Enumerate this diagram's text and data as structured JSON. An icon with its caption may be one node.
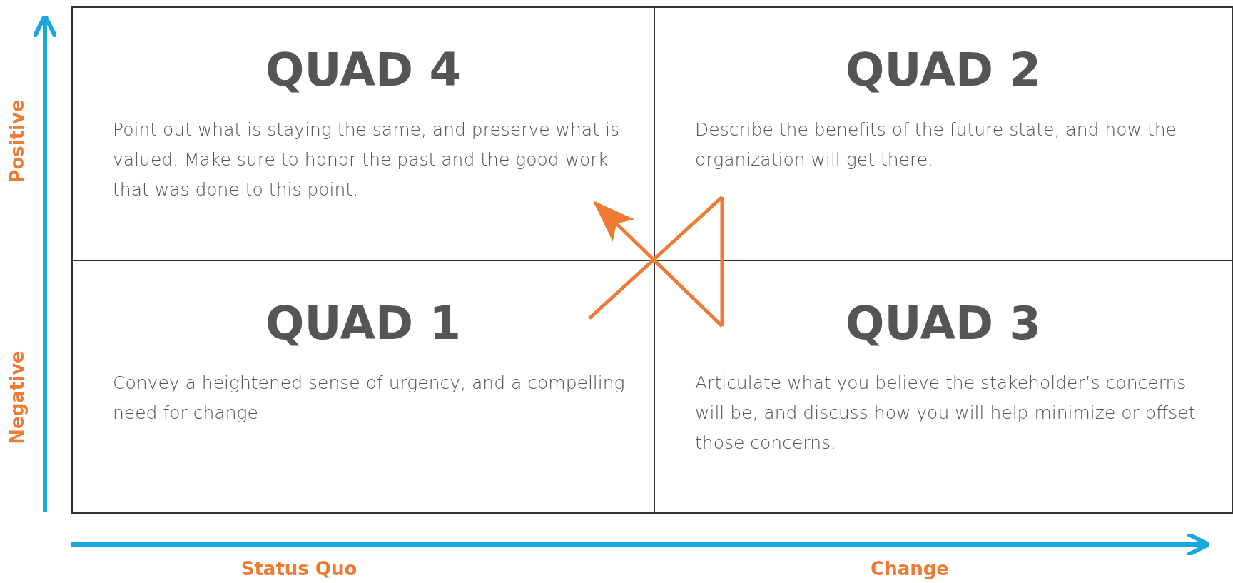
{
  "diagram": {
    "nodes": [
      {
        "text": [
          "QUAD 4",
          "Point out what is staying the same, and preserve what is valued. Make sure to honor the past and the good work that was done to this point."
        ]
      },
      {
        "text": [
          "QUAD 2",
          "Describe the benefits of the future state, and how the organization will get there."
        ]
      },
      {
        "text": [
          "QUAD 1",
          "Convey a heightened sense of urgency, and a compelling need for change"
        ]
      },
      {
        "text": [
          "QUAD 3",
          "Articulate what you believe the stakeholder’s concerns will be, and discuss how you will help minimize or offset those concerns."
        ]
      }
    ],
    "edges": [
      {
        "from": 2,
        "to": 1,
        "arrow": "none"
      },
      {
        "from": 1,
        "to": 3,
        "arrow": "none"
      },
      {
        "from": 3,
        "to": 0,
        "arrow": "to"
      }
    ],
    "labels": [
      "Positive",
      "Negative",
      "Status Quo",
      "Change"
    ]
  }
}
